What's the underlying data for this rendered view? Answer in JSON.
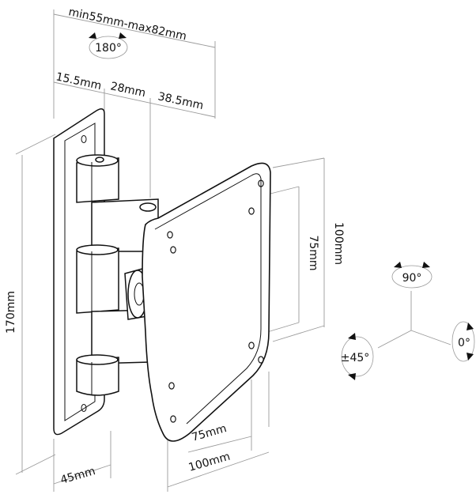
{
  "dimensions": {
    "top_range": "min55mm-max82mm",
    "swivel_angle": "180°",
    "seg_a": "15.5mm",
    "seg_b": "28mm",
    "seg_c": "38.5mm",
    "total_height": "170mm",
    "wall_plate_width": "45mm",
    "vesa_h_outer": "100mm",
    "vesa_h_inner": "75mm",
    "vesa_w_inner": "75mm",
    "vesa_w_outer": "100mm"
  },
  "rotation": {
    "tilt": "90°",
    "pan": "±45°",
    "roll": "0°"
  },
  "colors": {
    "line": "#111111",
    "dim_line": "#9a9a9a",
    "fill": "#ffffff"
  }
}
